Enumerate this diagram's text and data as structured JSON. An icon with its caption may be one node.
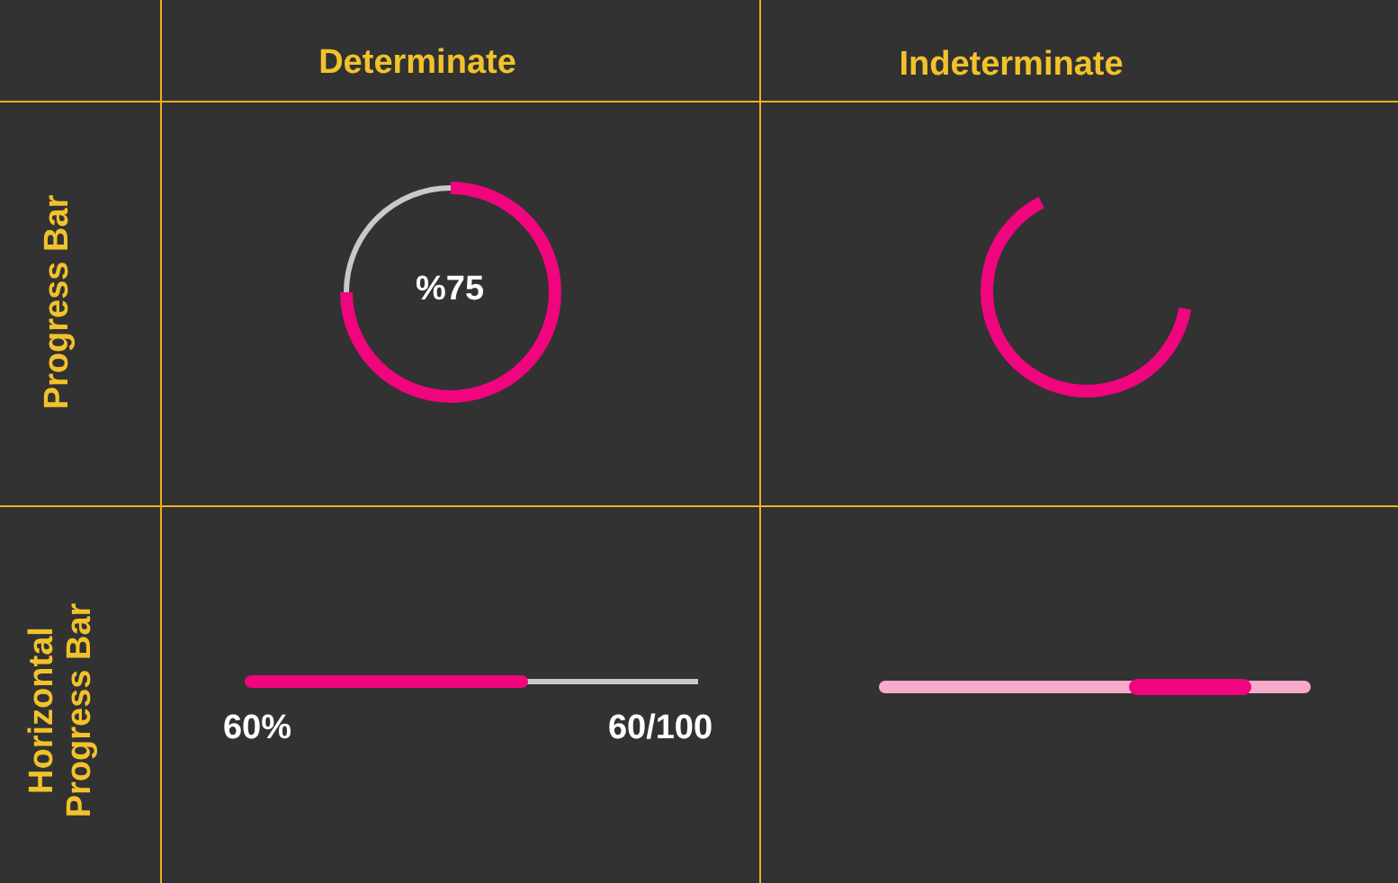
{
  "diagram": {
    "labels": [
      "Determinate",
      "Indeterminate",
      "Progress Bar",
      "%75",
      "Horizontal Progress Bar",
      "60%",
      "60/100"
    ]
  }
}
